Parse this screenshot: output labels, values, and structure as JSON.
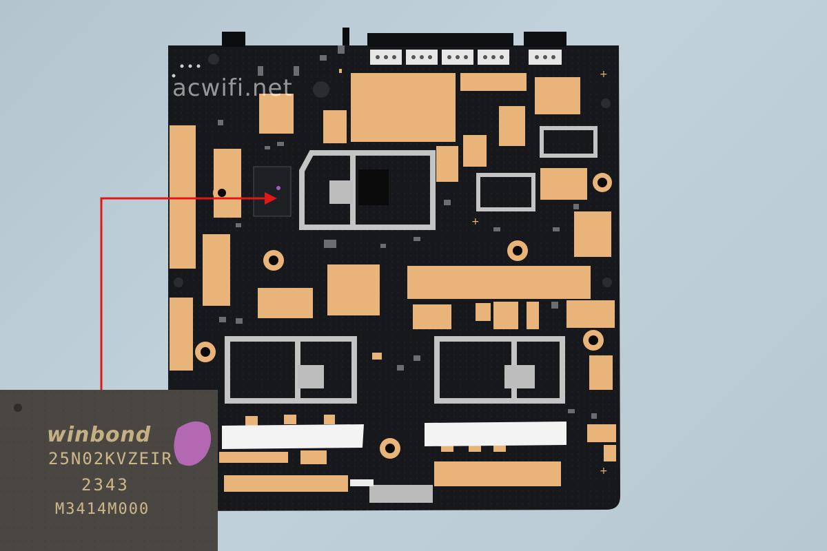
{
  "watermark": "acwifi.net",
  "chip": {
    "brand": "winbond",
    "part_number": "25N02KVZEIR",
    "date_code": "2343",
    "lot_code": "M3414M000"
  },
  "colors": {
    "background": "#bccbd4",
    "pcb": "#16181b",
    "gold_pad": "#e9b47a",
    "shield": "#bdbdbd",
    "arrow": "#e01818",
    "chip_body": "#4a4743",
    "ink_mark": "#b86ab8"
  }
}
